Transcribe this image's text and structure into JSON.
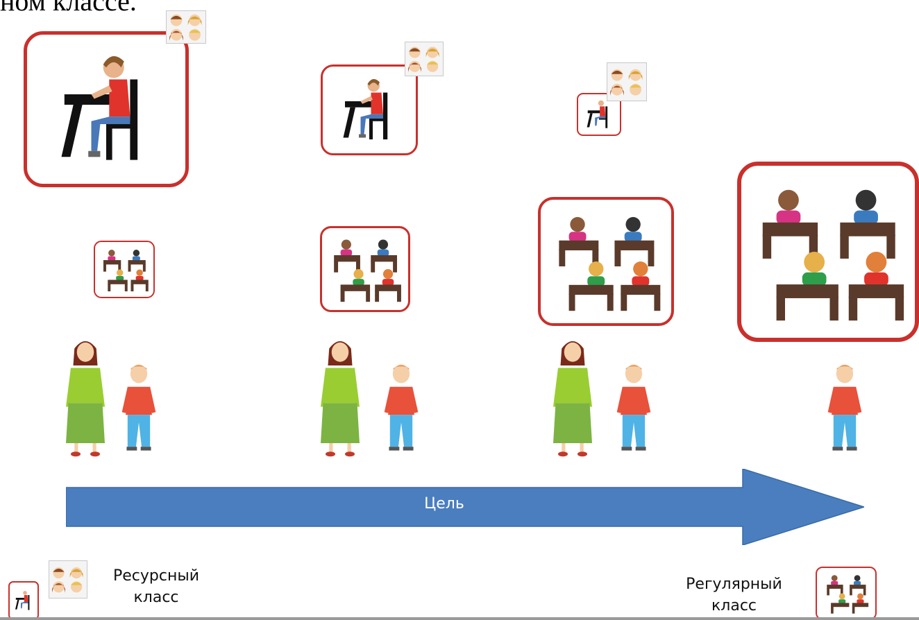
{
  "heading": "ном классе.",
  "arrow": {
    "label": "Цель",
    "color": "#4a7ebf"
  },
  "colors": {
    "frame": "#c9302c",
    "teacher_top": "#9acd32",
    "teacher_skirt": "#7cb342",
    "boy_shirt": "#e8513a",
    "boy_pants": "#4fb3e6",
    "desk": "#5a3a2a"
  },
  "legend": {
    "left_label_line1": "Ресурсный",
    "left_label_line2": "класс",
    "right_label_line1": "Регулярный",
    "right_label_line2": "класс"
  },
  "icons": {
    "individual_work": "student-at-desk-icon",
    "group_work": "class-of-students-icon",
    "children": "four-children-faces-icon",
    "teacher": "teacher-icon",
    "student": "student-boy-icon"
  }
}
